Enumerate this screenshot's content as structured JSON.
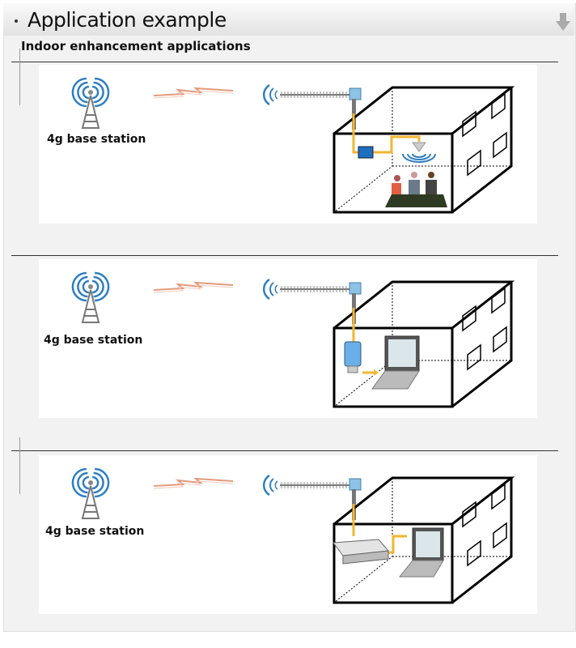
{
  "header": {
    "title": "Application example",
    "collapse_icon": "arrow-down-icon"
  },
  "section": {
    "subtitle": "Indoor enhancement applications"
  },
  "panels": [
    {
      "label": "4g base station",
      "scenario": "repeater-meeting-room"
    },
    {
      "label": "4g base station",
      "scenario": "usb-modem-laptop"
    },
    {
      "label": "4g base station",
      "scenario": "router-laptop"
    }
  ],
  "colors": {
    "cable": "#f2b632",
    "signal": "#2f7fc1",
    "lightning": "#e39a7c",
    "device": "#1f6fc0"
  }
}
